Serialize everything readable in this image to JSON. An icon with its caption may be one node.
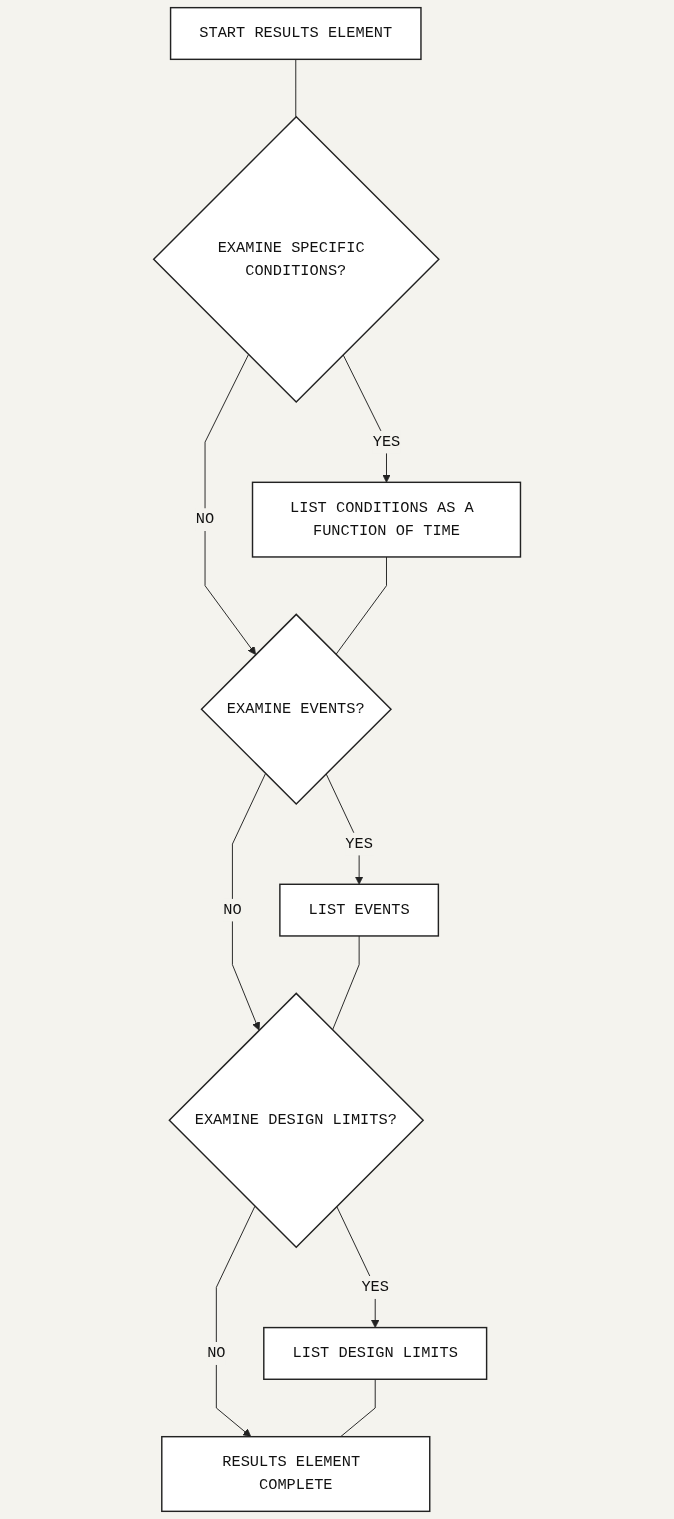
{
  "diagram": {
    "nodes": [
      {
        "text": [
          "START RESULTS ELEMENT"
        ]
      },
      {
        "text": [
          "EXAMINE SPECIFIC CONDITIONS?"
        ]
      },
      {
        "text": [
          "LIST CONDITIONS AS A FUNCTION OF TIME"
        ]
      },
      {
        "text": [
          "EXAMINE EVENTS?"
        ]
      },
      {
        "text": [
          "LIST EVENTS"
        ]
      },
      {
        "text": [
          "EXAMINE DESIGN LIMITS?"
        ]
      },
      {
        "text": [
          "LIST DESIGN LIMITS"
        ]
      },
      {
        "text": [
          "RESULTS ELEMENT COMPLETE"
        ]
      }
    ],
    "edges": [
      {
        "from": 0,
        "to": 1,
        "arrow": "none"
      },
      {
        "from": 1,
        "to": 2,
        "arrow": "to",
        "label": "YES"
      },
      {
        "from": 1,
        "to": 3,
        "arrow": "to",
        "label": "NO"
      },
      {
        "from": 2,
        "to": 3,
        "arrow": "none"
      },
      {
        "from": 3,
        "to": 4,
        "arrow": "to",
        "label": "YES"
      },
      {
        "from": 3,
        "to": 5,
        "arrow": "to",
        "label": "NO"
      },
      {
        "from": 4,
        "to": 5,
        "arrow": "none"
      },
      {
        "from": 5,
        "to": 6,
        "arrow": "to",
        "label": "YES"
      },
      {
        "from": 5,
        "to": 7,
        "arrow": "to",
        "label": "NO"
      },
      {
        "from": 6,
        "to": 7,
        "arrow": "none"
      }
    ]
  }
}
